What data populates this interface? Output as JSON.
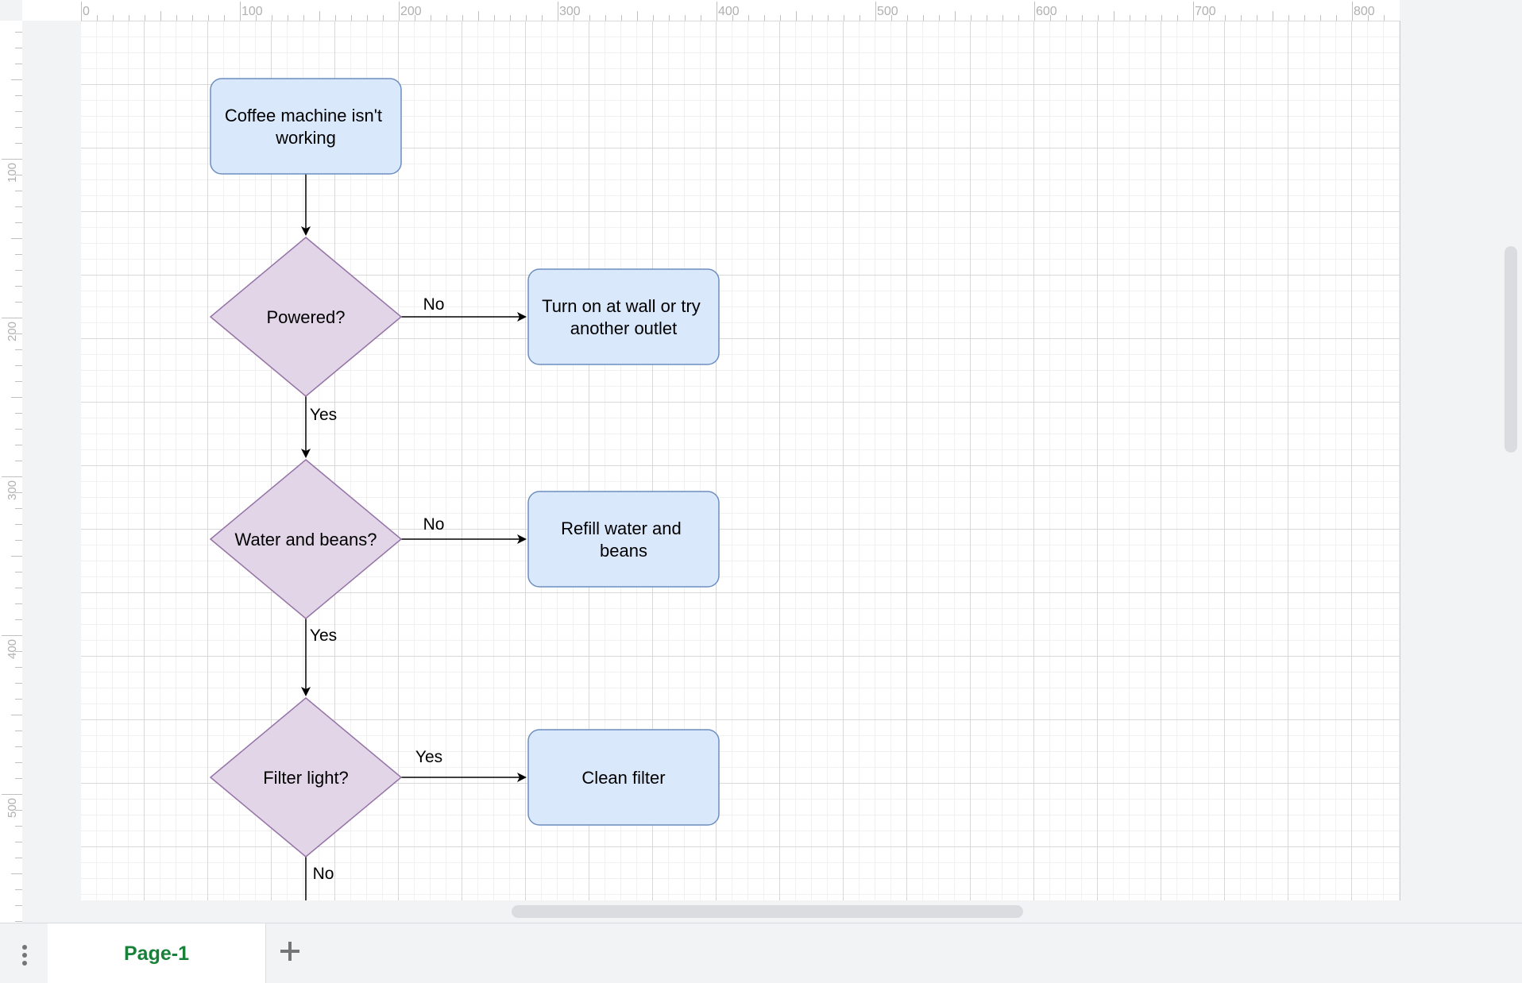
{
  "ruler": {
    "horizontal": [
      "0",
      "100",
      "200",
      "300",
      "400",
      "500",
      "600",
      "700",
      "800"
    ],
    "vertical": [
      "100",
      "200",
      "300",
      "400",
      "500"
    ]
  },
  "diagram": {
    "nodes": {
      "start": {
        "label_lines": [
          "Coffee machine isn't",
          "working"
        ],
        "fill": "#dae8fc",
        "stroke": "#6c8ebf"
      },
      "powered": {
        "label_lines": [
          "Powered?"
        ],
        "fill": "#e1d5e7",
        "stroke": "#9673a6"
      },
      "turn_on": {
        "label_lines": [
          "Turn on at wall or try",
          "another outlet"
        ],
        "fill": "#dae8fc",
        "stroke": "#6c8ebf"
      },
      "water": {
        "label_lines": [
          "Water and beans?"
        ],
        "fill": "#e1d5e7",
        "stroke": "#9673a6"
      },
      "refill": {
        "label_lines": [
          "Refill water and",
          "beans"
        ],
        "fill": "#dae8fc",
        "stroke": "#6c8ebf"
      },
      "filter": {
        "label_lines": [
          "Filter light?"
        ],
        "fill": "#e1d5e7",
        "stroke": "#9673a6"
      },
      "clean": {
        "label_lines": [
          "Clean filter"
        ],
        "fill": "#dae8fc",
        "stroke": "#6c8ebf"
      }
    },
    "edges": {
      "powered_no": "No",
      "powered_yes": "Yes",
      "water_no": "No",
      "water_yes": "Yes",
      "filter_yes": "Yes",
      "filter_no": "No"
    }
  },
  "tabs": {
    "menu_icon": "vertical-dots-icon",
    "pages": [
      {
        "label": "Page-1",
        "active": true
      }
    ],
    "add_icon": "plus-icon",
    "active_color": "#188038"
  }
}
